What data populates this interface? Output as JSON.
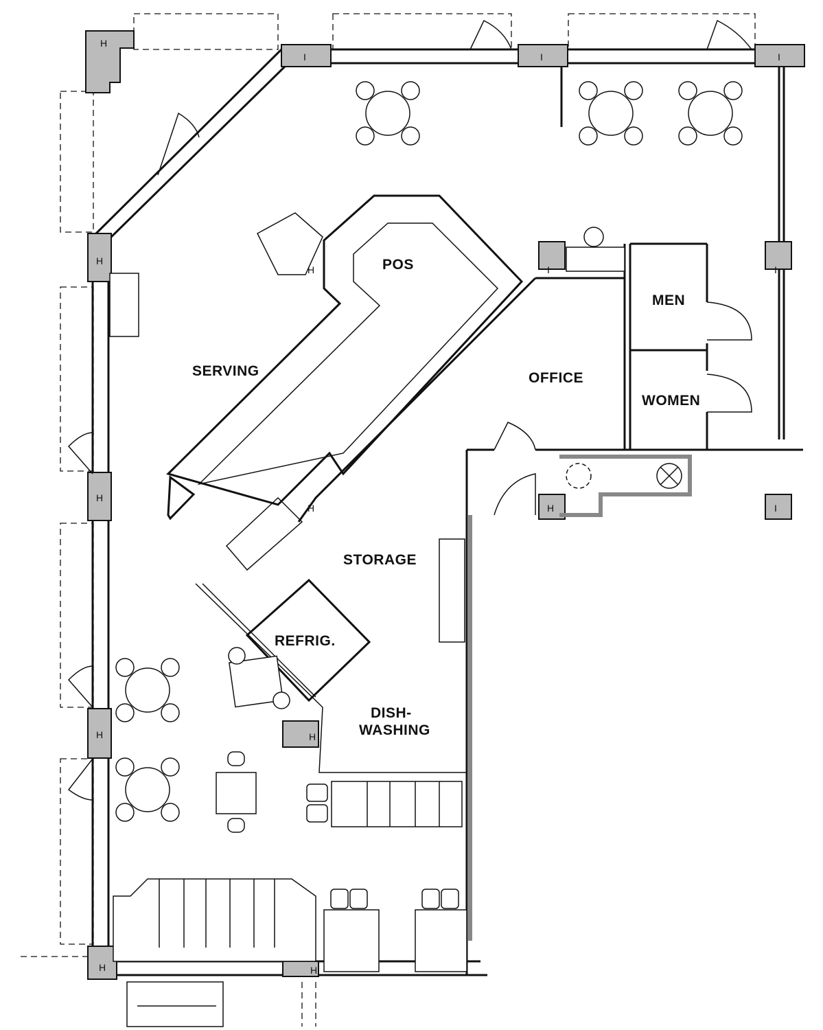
{
  "rooms": {
    "pos": "POS",
    "serving": "SERVING",
    "office": "OFFICE",
    "men": "MEN",
    "women": "WOMEN",
    "storage": "STORAGE",
    "refrig": "REFRIG.",
    "dish1": "DISH-",
    "dish2": "WASHING"
  },
  "markers": {
    "h": "H",
    "i": "I"
  }
}
